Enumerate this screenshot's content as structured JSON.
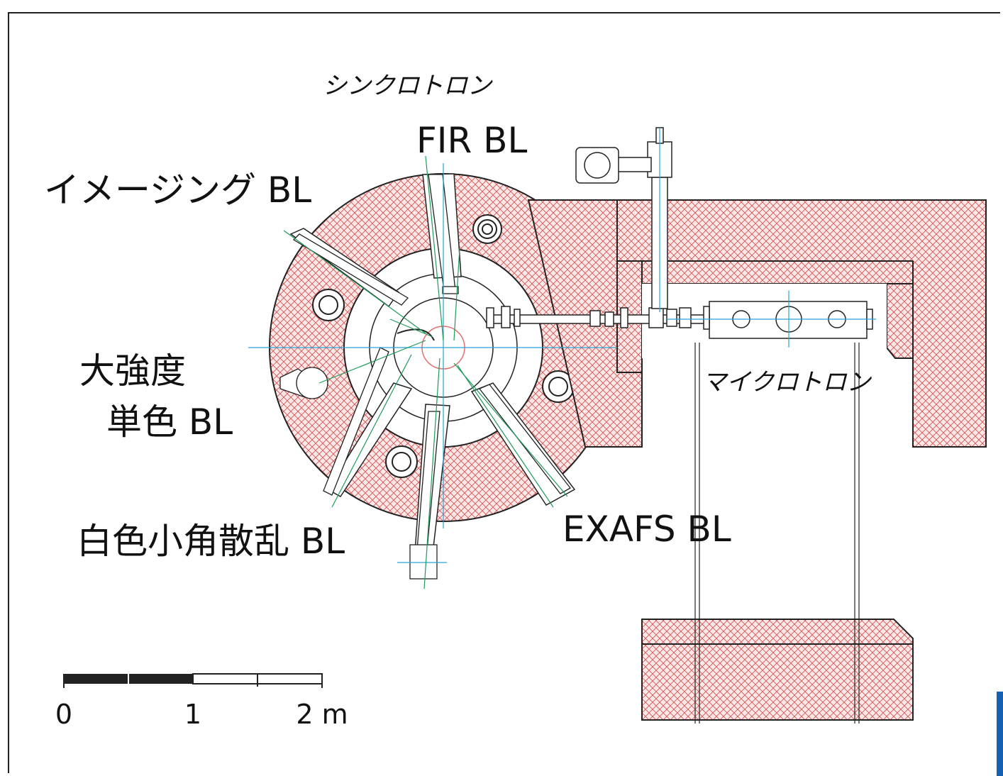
{
  "labels": {
    "synchrotron": "シンクロトロン",
    "fir_bl": "FIR BL",
    "imaging_bl": "イメージング BL",
    "high_intensity_line1": "大強度",
    "high_intensity_line2": "単色 BL",
    "white_saxs_bl": "白色小角散乱 BL",
    "exafs_bl": "EXAFS BL",
    "microtron": "マイクロトロン"
  },
  "scale_bar": {
    "tick_labels": [
      "0",
      "1",
      "2 m"
    ]
  },
  "colors": {
    "shield_hatch": "#d9534f",
    "outline": "#222222",
    "axis_line": "#29a3d6",
    "beam_line": "#1f9a5a",
    "orbit": "#e07070",
    "accent_bar": "#1560b0"
  }
}
